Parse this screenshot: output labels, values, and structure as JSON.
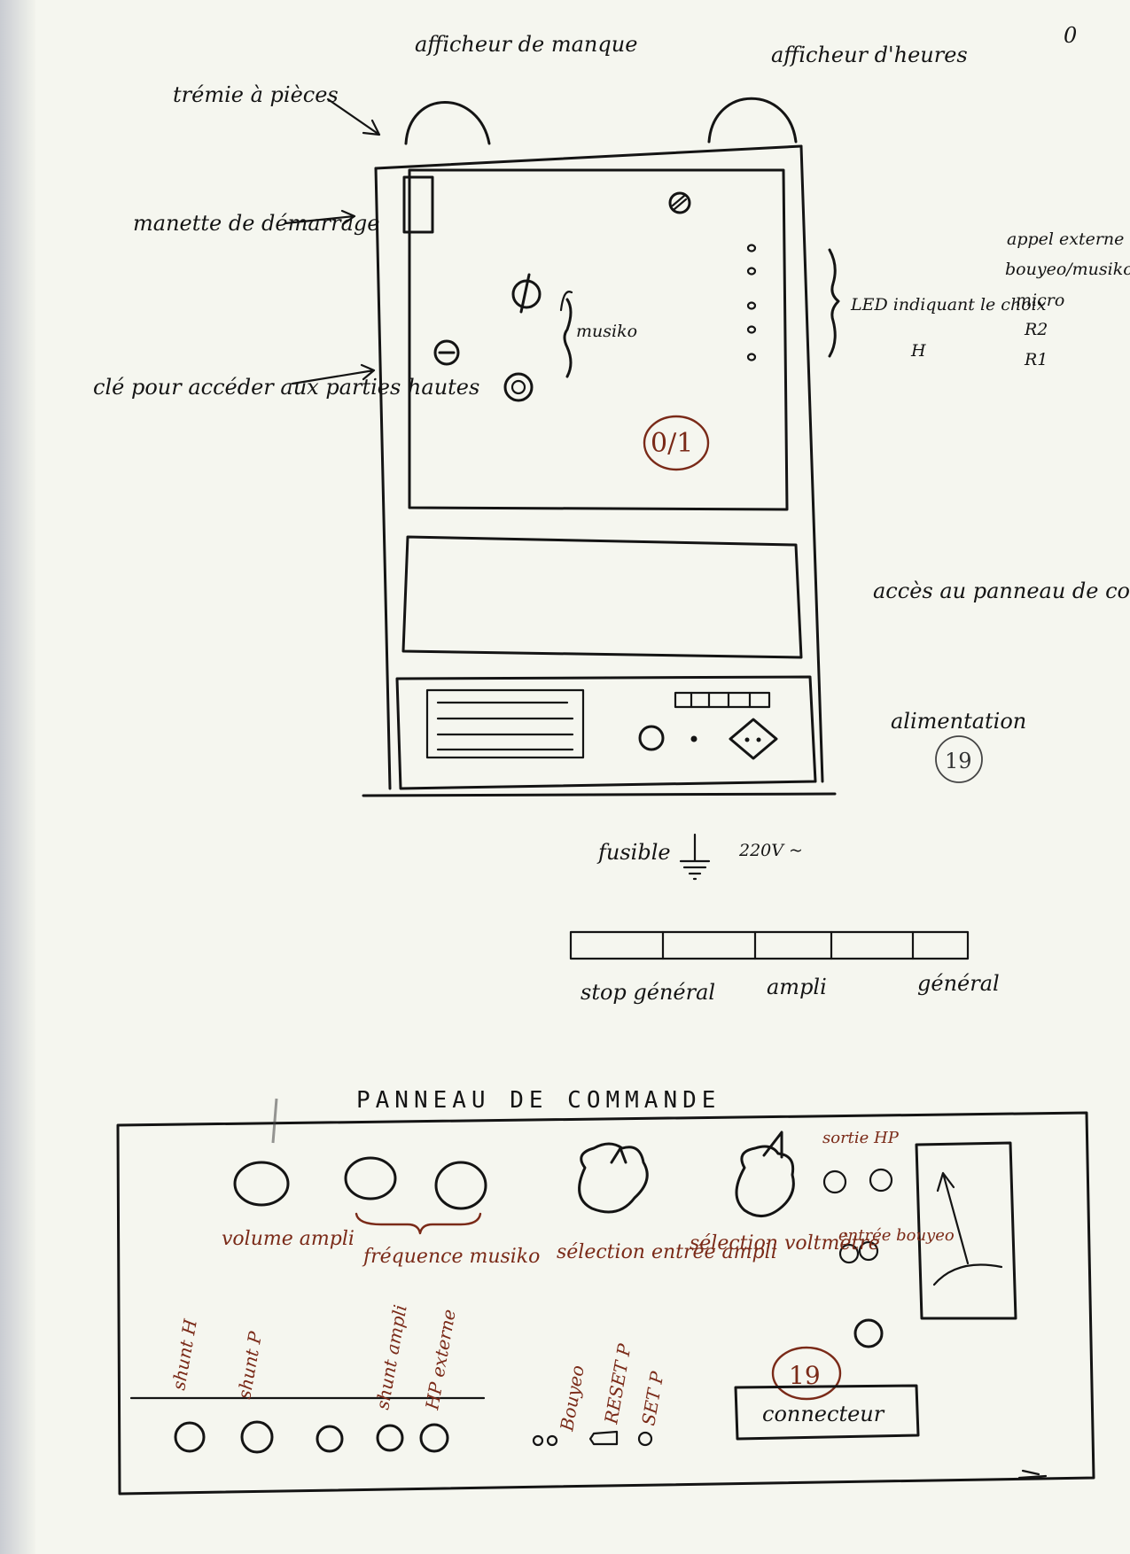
{
  "page_number": "0",
  "cabinet": {
    "label_coin_slot": "trémie à pièces",
    "label_missing_display": "afficheur de manque",
    "label_hours_display": "afficheur d'heures",
    "label_start_lever": "manette de démarrage",
    "label_key": "clé pour accéder aux parties hautes",
    "label_musiko_group": "musiko",
    "label_led": "LED indiquant le choix",
    "label_led_h": "H",
    "led_list": [
      "appel externe",
      "bouyeo/musiko",
      "micro",
      "R2",
      "R1"
    ],
    "circled_ref_top": "0/1",
    "label_panel_access": "accès au panneau de commande",
    "label_power": "alimentation",
    "circled_ref_power": "19"
  },
  "power": {
    "label_fuse": "fusible",
    "label_voltage": "220V ~",
    "switch_labels": [
      "stop général",
      "ampli",
      "général"
    ]
  },
  "control_panel": {
    "title": "PANNEAU DE COMMANDE",
    "label_volume": "volume ampli",
    "label_freq": "fréquence musiko",
    "label_sel_input": "sélection entrée ampli",
    "label_sel_voltmeter": "sélection voltmètre",
    "label_hp_out": "sortie HP",
    "label_bouyeo_in": "entrée bouyeo",
    "bottom_labels": [
      "shunt H",
      "shunt P",
      "shunt ampli",
      "HP externe",
      "Bouyeo",
      "RESET P",
      "SET P"
    ],
    "circled_ref_panel": "19",
    "connector_label": "connecteur"
  }
}
